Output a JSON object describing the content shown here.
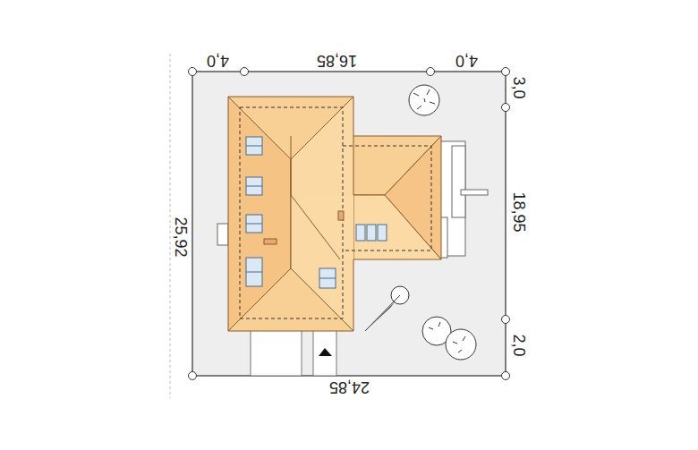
{
  "diagram": {
    "labels": [
      "4,0",
      "16,85",
      "4,0",
      "3,0",
      "18,95",
      "2,0",
      "25,92",
      "24,85"
    ]
  }
}
